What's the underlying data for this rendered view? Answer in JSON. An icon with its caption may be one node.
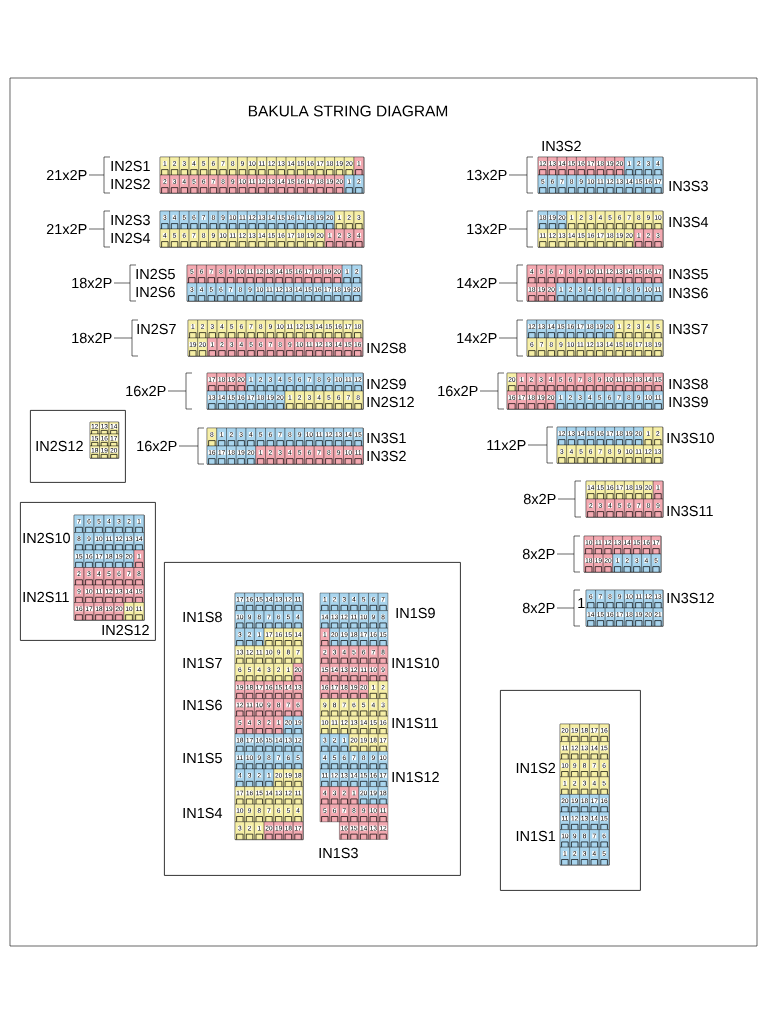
{
  "diagram": {
    "title": "BAKULA STRING DIAGRAM",
    "nodes": [
      {
        "text": [
          "1",
          "2",
          "3",
          "4",
          "5",
          "6",
          "7",
          "8",
          "9",
          "10",
          "11",
          "12",
          "13",
          "14",
          "15",
          "16",
          "17",
          "18",
          "19",
          "20",
          "1",
          "2",
          "3",
          "4",
          "5",
          "6",
          "7",
          "8",
          "9",
          "10",
          "11",
          "12",
          "13",
          "14",
          "15",
          "16",
          "17",
          "18",
          "19",
          "20",
          "1",
          "2"
        ],
        "beside": [
          "21x2P",
          "IN2S1",
          "IN2S2"
        ]
      },
      {
        "text": [
          "12",
          "13",
          "14",
          "15",
          "16",
          "17",
          "18",
          "19",
          "20",
          "1",
          "2",
          "3",
          "4",
          "5",
          "6",
          "7",
          "8",
          "9",
          "10",
          "11",
          "12",
          "13",
          "14",
          "15",
          "16",
          "17"
        ],
        "beside": [
          "13x2P",
          "IN3S2",
          "IN3S3"
        ]
      },
      {
        "text": [
          "3",
          "4",
          "5",
          "6",
          "7",
          "8",
          "9",
          "10",
          "11",
          "12",
          "13",
          "14",
          "15",
          "16",
          "17",
          "18",
          "19",
          "20",
          "1",
          "2",
          "3",
          "4",
          "5",
          "6",
          "7",
          "8",
          "9",
          "10",
          "11",
          "12",
          "13",
          "14",
          "15",
          "16",
          "17",
          "18",
          "19",
          "20",
          "1",
          "2",
          "3",
          "4"
        ],
        "beside": [
          "21x2P",
          "IN2S3",
          "IN2S4"
        ]
      },
      {
        "text": [
          "18",
          "19",
          "20",
          "1",
          "2",
          "3",
          "4",
          "5",
          "6",
          "7",
          "8",
          "9",
          "10",
          "11",
          "12",
          "13",
          "14",
          "15",
          "16",
          "17",
          "18",
          "19",
          "20",
          "1",
          "2",
          "3"
        ],
        "beside": [
          "13x2P",
          "IN3S4"
        ]
      },
      {
        "text": [
          "5",
          "6",
          "7",
          "8",
          "9",
          "10",
          "11",
          "12",
          "13",
          "14",
          "15",
          "16",
          "17",
          "18",
          "19",
          "20",
          "1",
          "2",
          "3",
          "4",
          "5",
          "6",
          "7",
          "8",
          "9",
          "10",
          "11",
          "12",
          "13",
          "14",
          "15",
          "16",
          "17",
          "18",
          "19",
          "20"
        ],
        "beside": [
          "18x2P",
          "IN2S5",
          "IN2S6"
        ]
      },
      {
        "text": [
          "4",
          "5",
          "6",
          "7",
          "8",
          "9",
          "10",
          "11",
          "12",
          "13",
          "14",
          "15",
          "16",
          "17",
          "18",
          "19",
          "20",
          "1",
          "2",
          "3",
          "4",
          "5",
          "6",
          "7",
          "8",
          "9",
          "10",
          "11"
        ],
        "beside": [
          "14x2P",
          "IN3S5",
          "IN3S6"
        ]
      },
      {
        "text": [
          "1",
          "2",
          "3",
          "4",
          "5",
          "6",
          "7",
          "8",
          "9",
          "10",
          "11",
          "12",
          "13",
          "14",
          "15",
          "16",
          "17",
          "18",
          "19",
          "20",
          "1",
          "2",
          "3",
          "4",
          "5",
          "6",
          "7",
          "8",
          "9",
          "10",
          "11",
          "12",
          "13",
          "14",
          "15",
          "16"
        ],
        "beside": [
          "18x2P",
          "IN2S7",
          "IN2S8"
        ]
      },
      {
        "text": [
          "12",
          "13",
          "14",
          "15",
          "16",
          "17",
          "18",
          "19",
          "20",
          "1",
          "2",
          "3",
          "4",
          "5",
          "6",
          "7",
          "8",
          "9",
          "10",
          "11",
          "12",
          "13",
          "14",
          "15",
          "16",
          "17",
          "18",
          "19"
        ],
        "beside": [
          "14x2P",
          "IN3S7"
        ]
      },
      {
        "text": [
          "17",
          "18",
          "19",
          "20",
          "1",
          "2",
          "3",
          "4",
          "5",
          "6",
          "7",
          "8",
          "9",
          "10",
          "11",
          "12",
          "13",
          "14",
          "15",
          "16",
          "17",
          "18",
          "19",
          "20",
          "1",
          "2",
          "3",
          "4",
          "5",
          "6",
          "7",
          "8"
        ],
        "beside": [
          "16x2P",
          "IN2S9",
          "IN2S12"
        ]
      },
      {
        "text": [
          "20",
          "1",
          "2",
          "3",
          "4",
          "5",
          "6",
          "7",
          "8",
          "9",
          "10",
          "11",
          "12",
          "13",
          "14",
          "15",
          "16",
          "17",
          "18",
          "19",
          "20",
          "1",
          "2",
          "3",
          "4",
          "5",
          "6",
          "7",
          "8",
          "9",
          "10",
          "11"
        ],
        "beside": [
          "16x2P",
          "IN3S8",
          "IN3S9"
        ]
      },
      {
        "text": [
          "8",
          "1",
          "2",
          "3",
          "4",
          "5",
          "6",
          "7",
          "8",
          "9",
          "10",
          "11",
          "12",
          "13",
          "14",
          "15",
          "16",
          "17",
          "18",
          "19",
          "20",
          "1",
          "2",
          "3",
          "4",
          "5",
          "6",
          "7",
          "8",
          "9",
          "10",
          "11"
        ],
        "beside": [
          "16x2P",
          "IN3S1",
          "IN3S2"
        ]
      },
      {
        "text": [
          "12",
          "13",
          "14",
          "15",
          "16",
          "17",
          "18",
          "19",
          "20",
          "1",
          "2",
          "3",
          "4",
          "5",
          "6",
          "7",
          "8",
          "9",
          "10",
          "11",
          "12",
          "13"
        ],
        "beside": [
          "11x2P",
          "IN3S10"
        ]
      },
      {
        "text": [
          "IN2S12"
        ]
      },
      {
        "text": [
          "12",
          "13",
          "14",
          "15",
          "16",
          "17",
          "18",
          "19",
          "20"
        ],
        "in": 12
      },
      {
        "text": [
          "14",
          "15",
          "16",
          "17",
          "18",
          "19",
          "20",
          "1",
          "2",
          "3",
          "4",
          "5",
          "6",
          "7",
          "8",
          "9"
        ],
        "beside": [
          "8x2P",
          "IN3S11"
        ]
      },
      {
        "text": [
          "IN2S10",
          "IN2S11",
          "IN2S12"
        ]
      },
      {
        "text": [
          "7",
          "6",
          "5",
          "4",
          "3",
          "2",
          "1",
          "8",
          "9",
          "10",
          "11",
          "12",
          "13",
          "14",
          "15",
          "16",
          "17",
          "18",
          "19",
          "20",
          "1",
          "2",
          "3",
          "4",
          "5",
          "6",
          "7",
          "8",
          "9",
          "10",
          "11",
          "12",
          "13",
          "14",
          "15",
          "16",
          "17",
          "18",
          "19",
          "20",
          "10",
          "11"
        ],
        "in": 15
      },
      {
        "text": [
          "10",
          "11",
          "12",
          "13",
          "14",
          "15",
          "16",
          "17",
          "18",
          "19",
          "20",
          "1",
          "2",
          "3",
          "4",
          "5"
        ],
        "beside": [
          "8x2P"
        ]
      },
      {
        "text": [
          "IN1S8",
          "IN1S9",
          "IN1S7",
          "IN1S10",
          "IN1S6",
          "IN1S11",
          "IN1S5",
          "IN1S12",
          "IN1S4",
          "IN1S3"
        ]
      },
      {
        "text": [
          "17",
          "16",
          "15",
          "14",
          "13",
          "12",
          "11",
          "10",
          "9",
          "8",
          "7",
          "6",
          "5",
          "4",
          "3",
          "2",
          "1",
          "17",
          "16",
          "15",
          "14",
          "13",
          "12",
          "11",
          "10",
          "9",
          "8",
          "7",
          "6",
          "5",
          "4",
          "3",
          "2",
          "1",
          "20",
          "19",
          "18",
          "17",
          "16",
          "15",
          "14",
          "13",
          "12",
          "11",
          "10",
          "9",
          "8",
          "7",
          "6",
          "5",
          "4",
          "3",
          "2",
          "1",
          "20",
          "19",
          "18",
          "17",
          "16",
          "15",
          "14",
          "13",
          "12",
          "11",
          "10",
          "9",
          "8",
          "7",
          "6",
          "5",
          "4",
          "3",
          "2",
          "1",
          "20",
          "19",
          "18",
          "17",
          "16",
          "15",
          "14",
          "13",
          "12",
          "11",
          "10",
          "9",
          "8",
          "7",
          "6",
          "5",
          "4",
          "3",
          "2",
          "1",
          "20",
          "19",
          "18",
          "17"
        ],
        "in": 18
      },
      {
        "text": [
          "1",
          "2",
          "3",
          "4",
          "5",
          "6",
          "7",
          "14",
          "13",
          "12",
          "11",
          "10",
          "9",
          "8",
          "1",
          "20",
          "19",
          "18",
          "17",
          "16",
          "15",
          "2",
          "3",
          "4",
          "5",
          "6",
          "7",
          "8",
          "15",
          "14",
          "13",
          "12",
          "11",
          "10",
          "9",
          "16",
          "17",
          "18",
          "19",
          "20",
          "1",
          "2",
          "9",
          "8",
          "7",
          "6",
          "5",
          "4",
          "3",
          "10",
          "11",
          "12",
          "13",
          "14",
          "15",
          "16",
          "3",
          "2",
          "1",
          "20",
          "19",
          "18",
          "17",
          "4",
          "5",
          "6",
          "7",
          "8",
          "9",
          "10",
          "11",
          "12",
          "13",
          "14",
          "15",
          "16",
          "17",
          "4",
          "3",
          "2",
          "1",
          "20",
          "19",
          "18",
          "5",
          "6",
          "7",
          "8",
          "9",
          "10",
          "11",
          "16",
          "15",
          "14",
          "13",
          "12"
        ],
        "in": 18
      },
      {
        "text": [
          "6",
          "7",
          "8",
          "9",
          "10",
          "11",
          "12",
          "13",
          "14",
          "15",
          "16",
          "17",
          "18",
          "19",
          "20",
          "21"
        ],
        "beside": [
          "8x2P",
          "1",
          "IN3S12"
        ]
      },
      {
        "text": [
          "IN1S2",
          "IN1S1"
        ]
      },
      {
        "text": [
          "20",
          "19",
          "18",
          "17",
          "16",
          "11",
          "12",
          "13",
          "14",
          "15",
          "10",
          "9",
          "8",
          "7",
          "6",
          "1",
          "2",
          "3",
          "4",
          "5",
          "20",
          "19",
          "18",
          "17",
          "16",
          "11",
          "12",
          "13",
          "14",
          "15",
          "10",
          "9",
          "8",
          "7",
          "6",
          "1",
          "2",
          "3",
          "4",
          "5"
        ],
        "in": 22
      }
    ]
  }
}
